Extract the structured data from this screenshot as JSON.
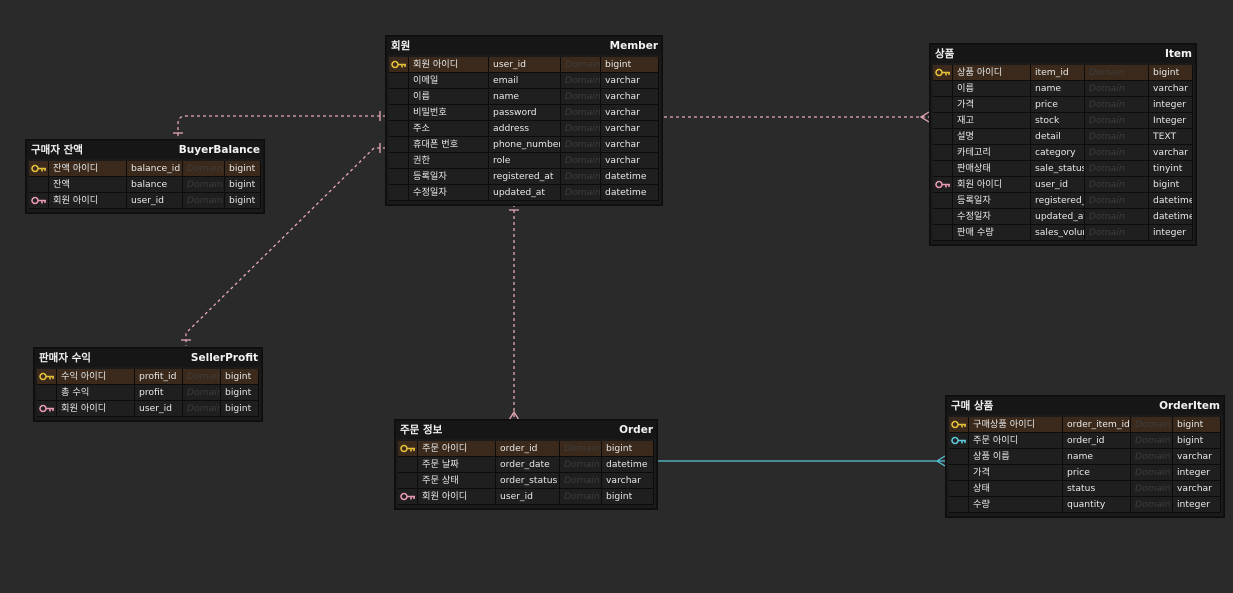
{
  "domain_placeholder": "Domain",
  "entities": {
    "member": {
      "logical": "회원",
      "physical": "Member",
      "columns": [
        {
          "name": "회원 아이디",
          "field": "user_id",
          "type": "bigint",
          "key": "pk"
        },
        {
          "name": "이메일",
          "field": "email",
          "type": "varchar",
          "key": ""
        },
        {
          "name": "이름",
          "field": "name",
          "type": "varchar",
          "key": ""
        },
        {
          "name": "비밀번호",
          "field": "password",
          "type": "varchar",
          "key": ""
        },
        {
          "name": "주소",
          "field": "address",
          "type": "varchar",
          "key": ""
        },
        {
          "name": "휴대폰 번호",
          "field": "phone_number",
          "type": "varchar",
          "key": ""
        },
        {
          "name": "권한",
          "field": "role",
          "type": "varchar",
          "key": ""
        },
        {
          "name": "등록일자",
          "field": "registered_at",
          "type": "datetime",
          "key": ""
        },
        {
          "name": "수정일자",
          "field": "updated_at",
          "type": "datetime",
          "key": ""
        }
      ]
    },
    "item": {
      "logical": "상품",
      "physical": "Item",
      "columns": [
        {
          "name": "상품 아이디",
          "field": "item_id",
          "type": "bigint",
          "key": "pk"
        },
        {
          "name": "이름",
          "field": "name",
          "type": "varchar",
          "key": ""
        },
        {
          "name": "가격",
          "field": "price",
          "type": "integer",
          "key": ""
        },
        {
          "name": "재고",
          "field": "stock",
          "type": "Integer",
          "key": ""
        },
        {
          "name": "설명",
          "field": "detail",
          "type": "TEXT",
          "key": ""
        },
        {
          "name": "카테고리",
          "field": "category",
          "type": "varchar",
          "key": ""
        },
        {
          "name": "판매상태",
          "field": "sale_status",
          "type": "tinyint",
          "key": ""
        },
        {
          "name": "회원 아이디",
          "field": "user_id",
          "type": "bigint",
          "key": "fk"
        },
        {
          "name": "등록일자",
          "field": "registered_at",
          "type": "datetime",
          "key": ""
        },
        {
          "name": "수정일자",
          "field": "updated_at",
          "type": "datetime",
          "key": ""
        },
        {
          "name": "판매 수량",
          "field": "sales_volume",
          "type": "integer",
          "key": ""
        }
      ]
    },
    "buyerbalance": {
      "logical": "구매자 잔액",
      "physical": "BuyerBalance",
      "columns": [
        {
          "name": "잔액 아이디",
          "field": "balance_id",
          "type": "bigint",
          "key": "pk"
        },
        {
          "name": "잔액",
          "field": "balance",
          "type": "bigint",
          "key": ""
        },
        {
          "name": "회원 아이디",
          "field": "user_id",
          "type": "bigint",
          "key": "fk"
        }
      ]
    },
    "sellerprofit": {
      "logical": "판매자 수익",
      "physical": "SellerProfit",
      "columns": [
        {
          "name": "수익 아이디",
          "field": "profit_id",
          "type": "bigint",
          "key": "pk"
        },
        {
          "name": "총 수익",
          "field": "profit",
          "type": "bigint",
          "key": ""
        },
        {
          "name": "회원 아이디",
          "field": "user_id",
          "type": "bigint",
          "key": "fk"
        }
      ]
    },
    "order": {
      "logical": "주문 정보",
      "physical": "Order",
      "columns": [
        {
          "name": "주문 아이디",
          "field": "order_id",
          "type": "bigint",
          "key": "pk"
        },
        {
          "name": "주문 날짜",
          "field": "order_date",
          "type": "datetime",
          "key": ""
        },
        {
          "name": "주문 상태",
          "field": "order_status",
          "type": "varchar",
          "key": ""
        },
        {
          "name": "회원 아이디",
          "field": "user_id",
          "type": "bigint",
          "key": "fk"
        }
      ]
    },
    "orderitem": {
      "logical": "구매 상품",
      "physical": "OrderItem",
      "columns": [
        {
          "name": "구매상품 아이디",
          "field": "order_item_id",
          "type": "bigint",
          "key": "pk"
        },
        {
          "name": "주문 아이디",
          "field": "order_id",
          "type": "bigint",
          "key": "pfk"
        },
        {
          "name": "상품 이름",
          "field": "name",
          "type": "varchar",
          "key": ""
        },
        {
          "name": "가격",
          "field": "price",
          "type": "integer",
          "key": ""
        },
        {
          "name": "상태",
          "field": "status",
          "type": "varchar",
          "key": ""
        },
        {
          "name": "수량",
          "field": "quantity",
          "type": "integer",
          "key": ""
        }
      ]
    }
  },
  "colors": {
    "background": "#2a2a2a",
    "pk_key": "#e5c13a",
    "fk_key": "#e79ab0",
    "pfk_key": "#5ec8d8",
    "identifying_link": "#56c3d6",
    "non_identifying_link": "#e6a7b6"
  },
  "icons": {
    "pk": "gold-key-icon",
    "fk": "pink-key-icon",
    "pfk": "cyan-key-icon"
  }
}
